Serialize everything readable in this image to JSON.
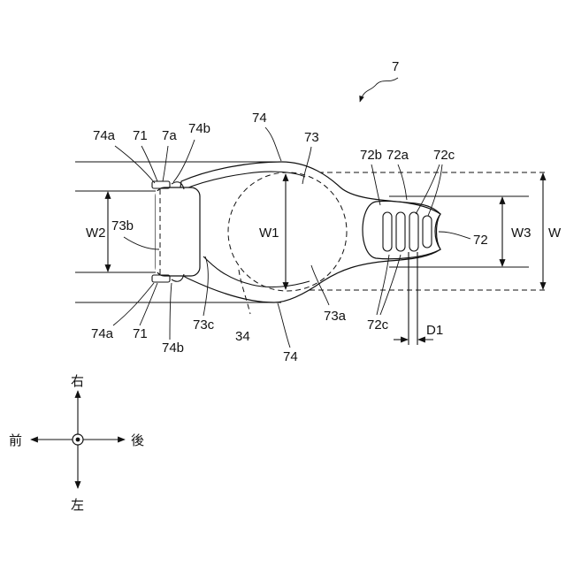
{
  "figure_number": "7",
  "labels": {
    "l74_top": "74",
    "l73": "73",
    "l72b": "72b",
    "l72a": "72a",
    "l72c_top": "72c",
    "l74a_top": "74a",
    "l71_top": "71",
    "l7a": "7a",
    "l74b_top": "74b",
    "l73b": "73b",
    "l72": "72",
    "l73a": "73a",
    "l72c_bot": "72c",
    "l73c": "73c",
    "l34": "34",
    "l74_bot": "74",
    "l74a_bot": "74a",
    "l71_bot": "71",
    "l74b_bot": "74b",
    "lD1": "D1"
  },
  "dimensions": {
    "W1": "W1",
    "W2": "W2",
    "W3": "W3",
    "W": "W"
  },
  "directions": {
    "right": "右",
    "left": "左",
    "front": "前",
    "back": "後"
  }
}
